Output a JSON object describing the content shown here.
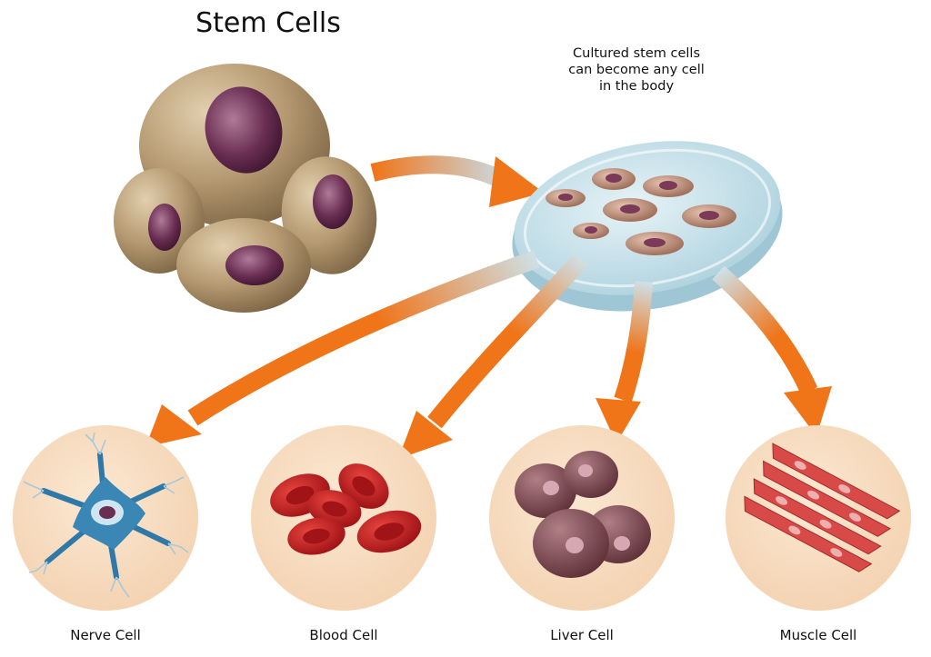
{
  "title": "Stem Cells",
  "caption_lines": [
    "Cultured stem cells",
    "can become any cell",
    "in the body"
  ],
  "cell_types": [
    {
      "label": "Nerve Cell",
      "icon": "nerve-cell-icon"
    },
    {
      "label": "Blood Cell",
      "icon": "blood-cell-icon"
    },
    {
      "label": "Liver Cell",
      "icon": "liver-cell-icon"
    },
    {
      "label": "Muscle Cell",
      "icon": "muscle-cell-icon"
    }
  ],
  "colors": {
    "arrow": "#f07418",
    "stem_cell": "#b59a72",
    "nucleus": "#6a2e52",
    "dish": "#cfe6ee",
    "circle_bg": "#f6dcc0",
    "nerve": "#3a86b5",
    "blood": "#c81c22",
    "liver": "#8a5058",
    "muscle": "#d84a48"
  }
}
